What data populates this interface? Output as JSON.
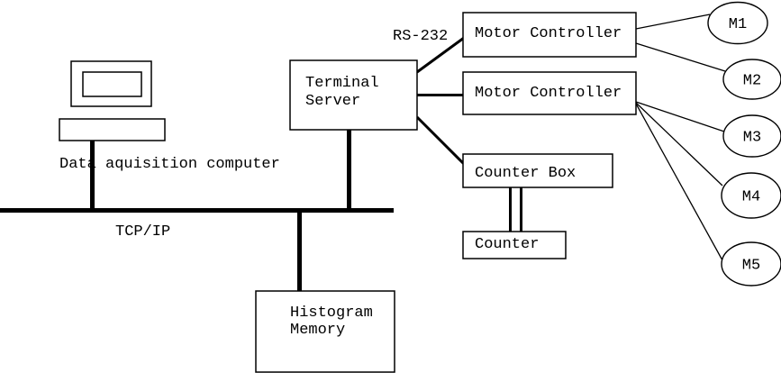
{
  "diagram": {
    "nodes": {
      "data_acquisition_computer": {
        "label": "Data aquisition computer"
      },
      "terminal_server": {
        "label_line1": "Terminal",
        "label_line2": "Server"
      },
      "motor_controller_1": {
        "label": "Motor Controller"
      },
      "motor_controller_2": {
        "label": "Motor Controller"
      },
      "counter_box": {
        "label": "Counter Box"
      },
      "counter": {
        "label": "Counter"
      },
      "histogram_memory": {
        "label_line1": "Histogram",
        "label_line2": "Memory"
      },
      "motors": [
        "M1",
        "M2",
        "M3",
        "M4",
        "M5"
      ]
    },
    "links": {
      "bus_label": "TCP/IP",
      "serial_label": "RS-232"
    },
    "colors": {
      "line": "#000000",
      "background": "#ffffff"
    }
  }
}
